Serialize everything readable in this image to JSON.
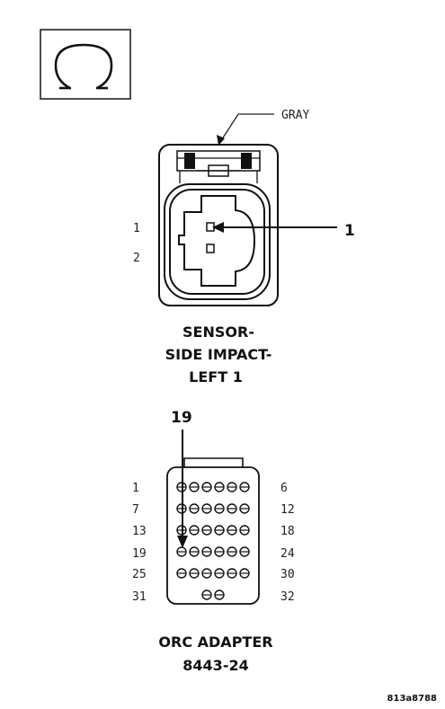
{
  "meter_symbol": "ohm-icon",
  "wire_color_label": "GRAY",
  "callout_sensor_number": "1",
  "sensor_pin_labels": [
    "1",
    "2"
  ],
  "sensor_title": [
    "SENSOR-",
    "SIDE IMPACT-",
    "LEFT 1"
  ],
  "adapter_callout_number": "19",
  "adapter_left_pins": [
    "1",
    "7",
    "13",
    "19",
    "25",
    "31"
  ],
  "adapter_right_pins": [
    "6",
    "12",
    "18",
    "24",
    "30",
    "32"
  ],
  "adapter_title": [
    "ORC ADAPTER",
    "8443-24"
  ],
  "figure_code": "813a8788"
}
